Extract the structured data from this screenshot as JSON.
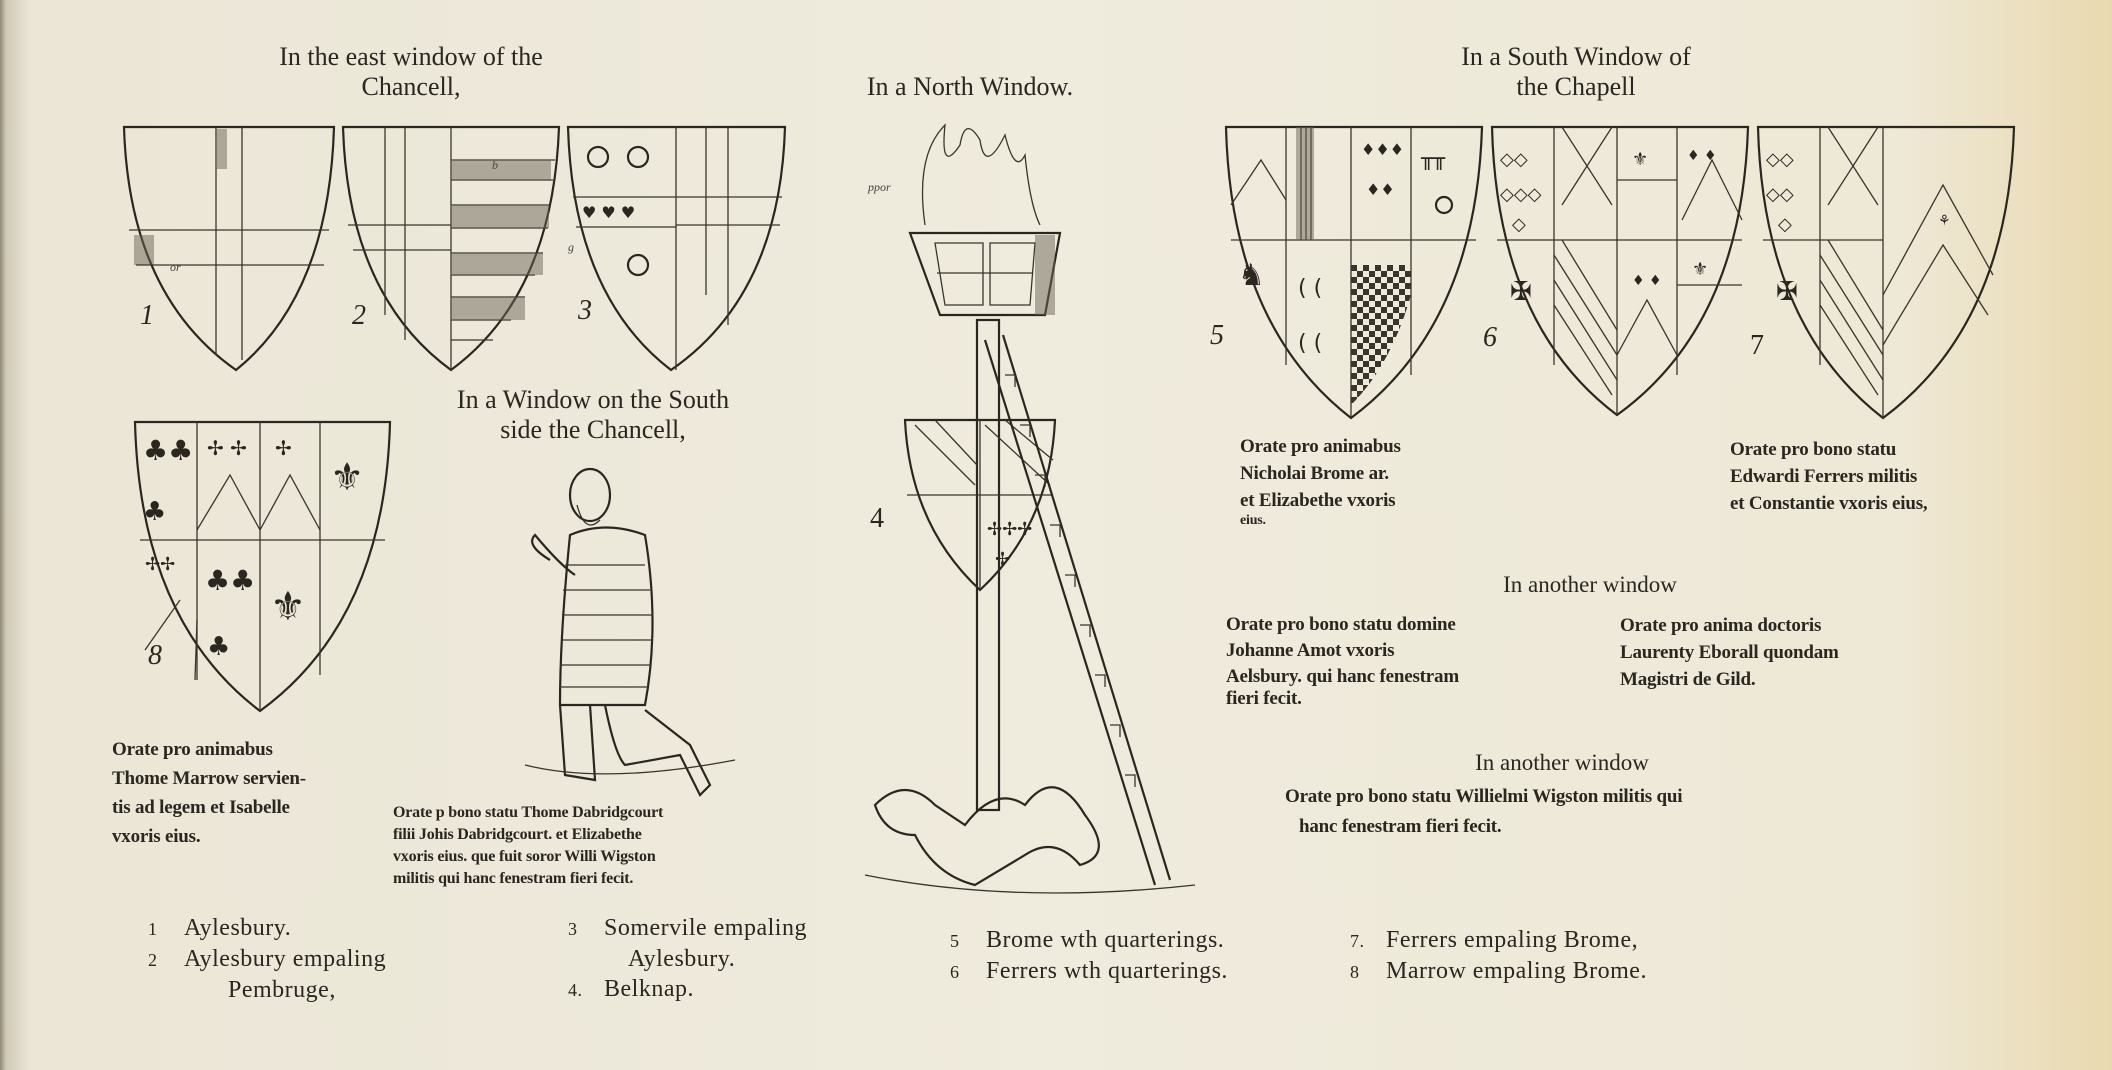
{
  "headings": {
    "east_window": [
      "In the east window of the",
      "Chancell,"
    ],
    "north_window": "In a North Window.",
    "south_window_chapell": [
      "In a South Window of",
      "the Chapell"
    ],
    "south_side_chancell": [
      "In a Window on the South",
      "side the Chancell,"
    ],
    "another_window_1": "In another window",
    "another_window_2": "In another window"
  },
  "shield_numbers": [
    "1",
    "2",
    "3",
    "4",
    "5",
    "6",
    "7",
    "8"
  ],
  "tinctures": {
    "or": "or",
    "b": "b",
    "g": "g",
    "ppor": "ppor"
  },
  "captions": {
    "shield_5": [
      "Orate pro animabus",
      "Nicholai Brome ar.",
      "et Elizabethe vxoris",
      "eius."
    ],
    "shield_7": [
      "Orate pro bono statu",
      "Edwardi Ferrers militis",
      "et Constantie vxoris eius,"
    ],
    "shield_8": [
      "Orate pro animabus",
      "Thome Marrow servien-",
      "tis ad legem et Isabelle",
      "vxoris eius."
    ],
    "figure": [
      "Orate p bono statu Thome Dabridgcourt",
      "filii Johis Dabridgcourt. et Elizabethe",
      "vxoris eius. que fuit soror Willi Wigston",
      "militis qui hanc fenestram fieri fecit."
    ],
    "another_1_left": [
      "Orate pro bono statu domine",
      "Johanne Amot vxoris",
      "Aelsbury. qui hanc fenestram",
      "fieri fecit."
    ],
    "another_1_right": [
      "Orate pro anima doctoris",
      "Laurenty Eborall quondam",
      "Magistri de Gild."
    ],
    "another_2": [
      "Orate pro bono statu Willielmi Wigston militis qui",
      "hanc fenestram fieri fecit."
    ]
  },
  "legend": [
    {
      "n": "1",
      "text": "Aylesbury."
    },
    {
      "n": "2",
      "text": "Aylesbury empaling",
      "cont": "Pembruge,"
    },
    {
      "n": "3",
      "text": "Somervile empaling",
      "cont": "Aylesbury."
    },
    {
      "n": "4.",
      "text": "Belknap."
    },
    {
      "n": "5",
      "text": "Brome wth quarterings."
    },
    {
      "n": "6",
      "text": "Ferrers wth quarterings."
    },
    {
      "n": "7.",
      "text": "Ferrers empaling Brome,"
    },
    {
      "n": "8",
      "text": "Marrow empaling Brome."
    }
  ]
}
